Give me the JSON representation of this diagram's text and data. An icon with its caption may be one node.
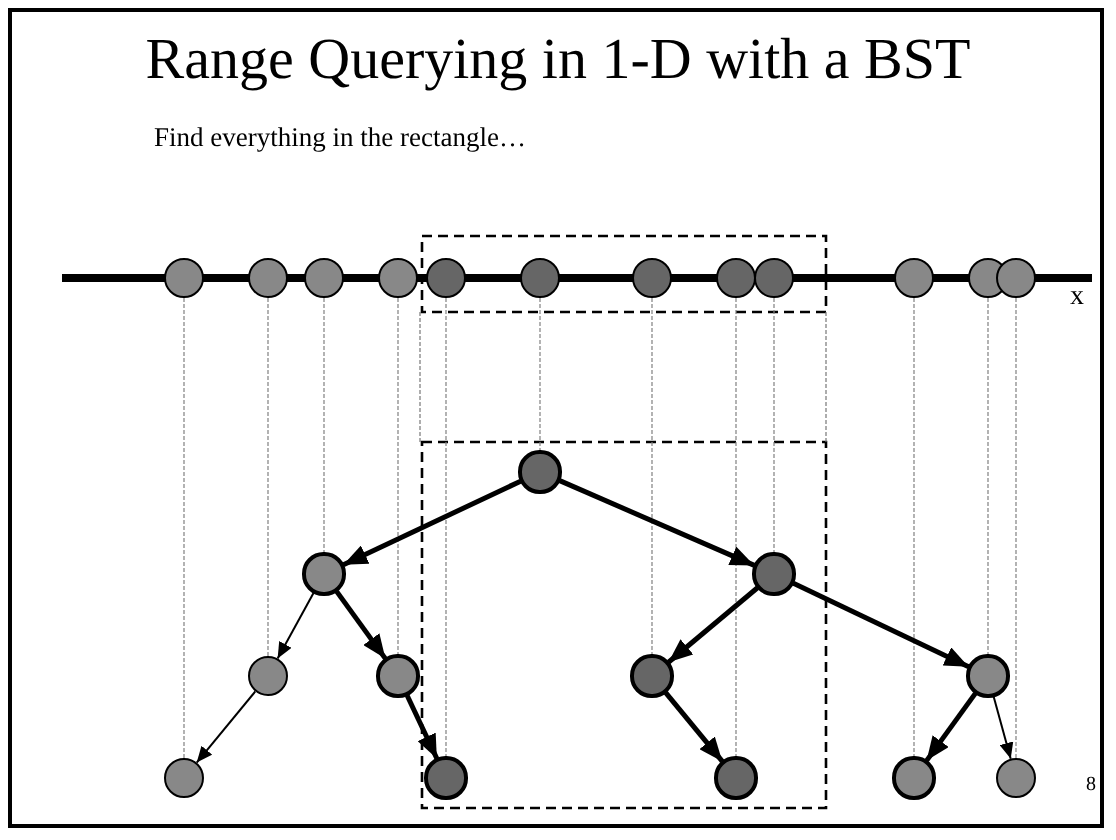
{
  "diagram": {
    "title": "Range Querying in 1-D with a BST",
    "nodes": [
      {
        "text": [],
        "shape": "circle"
      },
      {
        "text": [],
        "shape": "circle"
      },
      {
        "text": [],
        "shape": "circle"
      },
      {
        "text": [],
        "shape": "circle"
      },
      {
        "text": [],
        "shape": "circle"
      },
      {
        "text": [],
        "shape": "circle"
      },
      {
        "text": [],
        "shape": "circle"
      },
      {
        "text": [],
        "shape": "circle"
      },
      {
        "text": [],
        "shape": "circle"
      },
      {
        "text": [],
        "shape": "circle"
      },
      {
        "text": [],
        "shape": "circle"
      },
      {
        "text": [],
        "shape": "circle"
      },
      {
        "text": [],
        "shape": "circle"
      },
      {
        "text": [],
        "shape": "circle"
      },
      {
        "text": [],
        "shape": "circle"
      },
      {
        "text": [],
        "shape": "circle"
      },
      {
        "text": [],
        "shape": "circle"
      },
      {
        "text": [],
        "shape": "circle"
      },
      {
        "text": [],
        "shape": "circle"
      },
      {
        "text": [],
        "shape": "circle"
      },
      {
        "text": [],
        "shape": "circle"
      },
      {
        "text": [],
        "shape": "circle"
      },
      {
        "text": [],
        "shape": "circle"
      },
      {
        "text": [],
        "shape": "circle"
      }
    ],
    "edges": [
      {
        "from": 0,
        "to": 19,
        "arrow": "none",
        "style": "dashed",
        "color": "#808080"
      },
      {
        "from": 1,
        "to": 15,
        "arrow": "none",
        "style": "dashed",
        "color": "#808080"
      },
      {
        "from": 2,
        "to": 13,
        "arrow": "none",
        "style": "dashed",
        "color": "#808080"
      },
      {
        "from": 3,
        "to": 16,
        "arrow": "none",
        "style": "dashed",
        "color": "#808080"
      },
      {
        "from": 4,
        "to": 20,
        "arrow": "none",
        "style": "dashed",
        "color": "#808080"
      },
      {
        "from": 5,
        "to": 12,
        "arrow": "none",
        "style": "dashed",
        "color": "#808080"
      },
      {
        "from": 6,
        "to": 17,
        "arrow": "none",
        "style": "dashed",
        "color": "#808080"
      },
      {
        "from": 7,
        "to": 21,
        "arrow": "none",
        "style": "dashed",
        "color": "#808080"
      },
      {
        "from": 8,
        "to": 14,
        "arrow": "none",
        "style": "dashed",
        "color": "#808080"
      },
      {
        "from": 9,
        "to": 22,
        "arrow": "none",
        "style": "dashed",
        "color": "#808080"
      },
      {
        "from": 10,
        "to": 18,
        "arrow": "none",
        "style": "dashed",
        "color": "#808080"
      },
      {
        "from": 11,
        "to": 23,
        "arrow": "none",
        "style": "dashed",
        "color": "#808080"
      },
      {
        "from": 12,
        "to": 13,
        "arrow": "to",
        "style": "thick",
        "color": "#000000"
      },
      {
        "from": 12,
        "to": 14,
        "arrow": "to",
        "style": "thick",
        "color": "#000000"
      },
      {
        "from": 13,
        "to": 15,
        "arrow": "to",
        "color": "#000000"
      },
      {
        "from": 13,
        "to": 16,
        "arrow": "to",
        "style": "thick",
        "color": "#000000"
      },
      {
        "from": 14,
        "to": 17,
        "arrow": "to",
        "style": "thick",
        "color": "#000000"
      },
      {
        "from": 14,
        "to": 18,
        "arrow": "to",
        "style": "thick",
        "color": "#000000"
      },
      {
        "from": 15,
        "to": 19,
        "arrow": "to",
        "color": "#000000"
      },
      {
        "from": 16,
        "to": 20,
        "arrow": "to",
        "style": "thick",
        "color": "#000000"
      },
      {
        "from": 17,
        "to": 21,
        "arrow": "to",
        "style": "thick",
        "color": "#000000"
      },
      {
        "from": 18,
        "to": 22,
        "arrow": "to",
        "style": "thick",
        "color": "#000000"
      },
      {
        "from": 18,
        "to": 23,
        "arrow": "to",
        "color": "#000000"
      }
    ],
    "labels": [
      "Find everything in the rectangle…",
      "x",
      "8"
    ]
  }
}
